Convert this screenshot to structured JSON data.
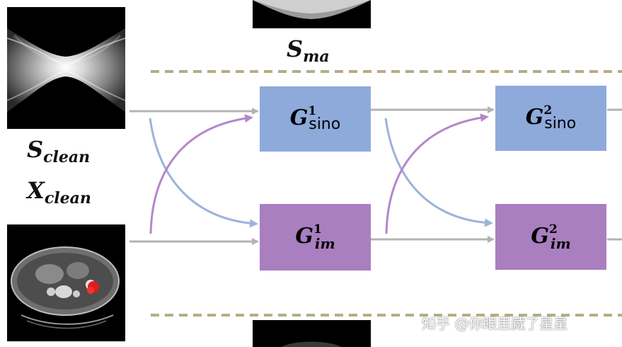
{
  "labels": {
    "s_ma": {
      "main": "S",
      "sub": "ma"
    },
    "s_clean": {
      "main": "S",
      "sub": "clean"
    },
    "x_clean": {
      "main": "X",
      "sub": "clean"
    }
  },
  "blocks": [
    {
      "id": "g-sino-1",
      "main": "G",
      "sup": "1",
      "sub": "sino",
      "color": "#8eaadb"
    },
    {
      "id": "g-sino-2",
      "main": "G",
      "sup": "2",
      "sub": "sino",
      "color": "#8eaadb"
    },
    {
      "id": "g-im-1",
      "main": "G",
      "sup": "1",
      "sub": "im",
      "color": "#a97fc0"
    },
    {
      "id": "g-im-2",
      "main": "G",
      "sup": "2",
      "sub": "im",
      "color": "#a97fc0"
    }
  ],
  "colors": {
    "arrow_gray": "#b3b3b3",
    "arrow_blue": "#9db3d9",
    "arrow_purple": "#b487cc",
    "dashed_line": "#b5ad84"
  },
  "watermark": "知乎 @你眼里藏了星星"
}
